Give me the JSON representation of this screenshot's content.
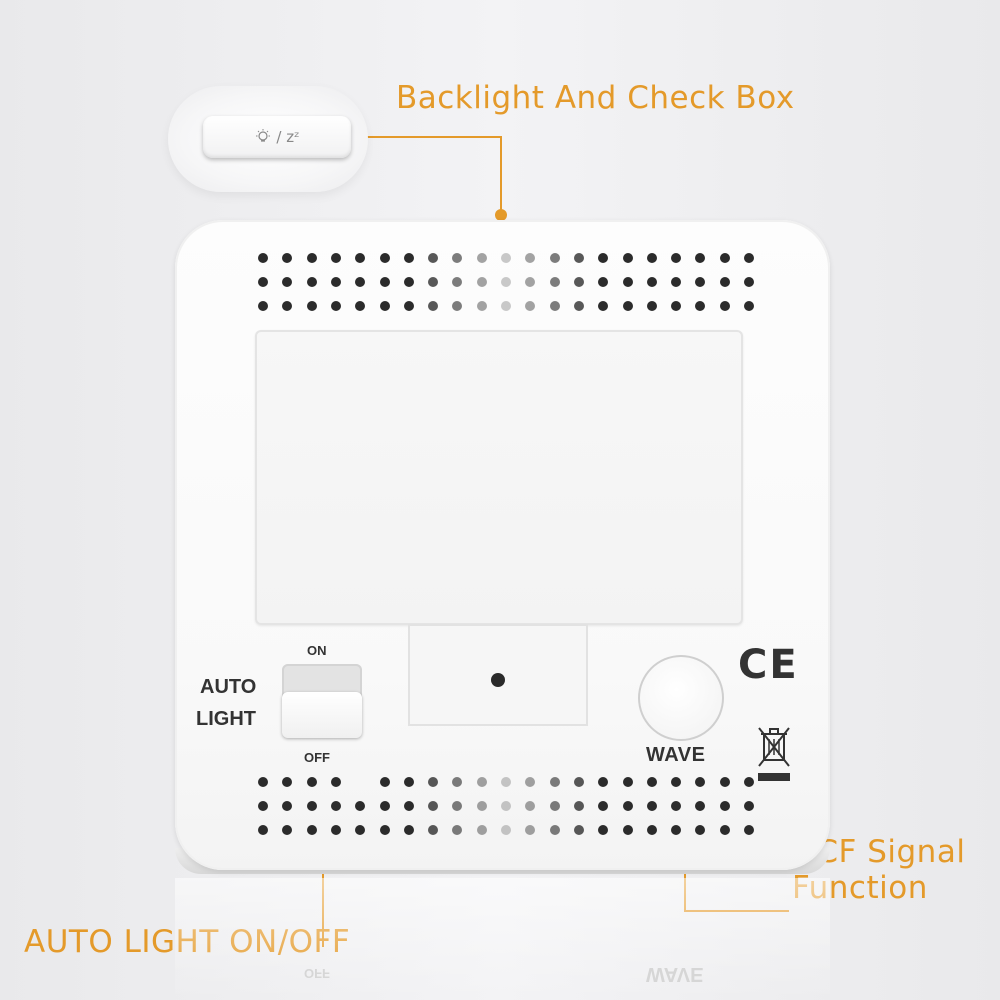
{
  "annotations": {
    "backlight": "Backlight And Check Box",
    "dcf_line1": "DCF Signal",
    "dcf_line2": "Function",
    "auto_light": "AUTO LIGHT ON/OFF"
  },
  "inset_button": {
    "sleep_text": "/ zᶻ"
  },
  "device": {
    "switch_on": "ON",
    "switch_off": "OFF",
    "switch_label_1": "AUTO",
    "switch_label_2": "LIGHT",
    "wave_label": "WAVE",
    "ce_mark": "CE"
  },
  "reflection": {
    "wave": "WAVE",
    "off": "OFF"
  },
  "colors": {
    "accent": "#e49a2a",
    "device": "#fafafa",
    "speaker_holes": "#2b2b2b"
  },
  "icons": [
    "bulb-icon",
    "weee-bin-icon"
  ]
}
